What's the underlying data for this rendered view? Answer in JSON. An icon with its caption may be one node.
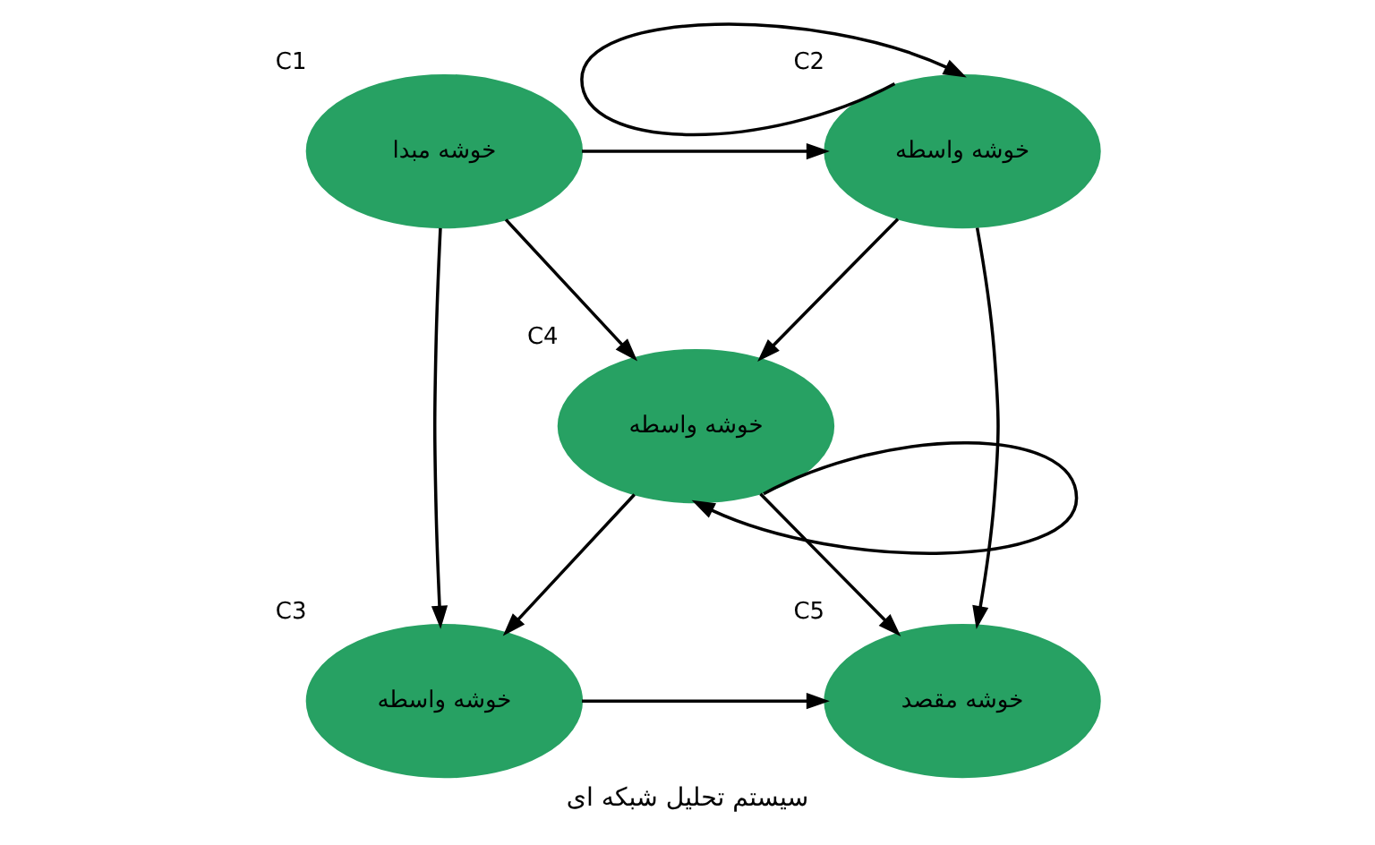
{
  "diagram": {
    "caption": "سیستم تحلیل شبکه ای",
    "nodes": [
      {
        "text": [
          "خوشه مبدا"
        ],
        "beside": [
          "C1"
        ]
      },
      {
        "text": [
          "خوشه واسطه"
        ],
        "beside": [
          "C2"
        ]
      },
      {
        "text": [
          "خوشه واسطه"
        ],
        "beside": [
          "C3"
        ]
      },
      {
        "text": [
          "خوشه واسطه"
        ],
        "beside": [
          "C4"
        ]
      },
      {
        "text": [
          "خوشه مقصد"
        ],
        "beside": [
          "C5"
        ]
      }
    ],
    "edges": [
      {
        "from": 0,
        "to": 1,
        "arrow": "to"
      },
      {
        "from": 0,
        "to": 2,
        "arrow": "to"
      },
      {
        "from": 0,
        "to": 3,
        "arrow": "to"
      },
      {
        "from": 1,
        "to": 1,
        "arrow": "to"
      },
      {
        "from": 1,
        "to": 4,
        "arrow": "to"
      },
      {
        "from": 1,
        "to": 3,
        "arrow": "to"
      },
      {
        "from": 2,
        "to": 4,
        "arrow": "to"
      },
      {
        "from": 3,
        "to": 2,
        "arrow": "to"
      },
      {
        "from": 3,
        "to": 4,
        "arrow": "to"
      },
      {
        "from": 3,
        "to": 3,
        "arrow": "to"
      }
    ]
  }
}
